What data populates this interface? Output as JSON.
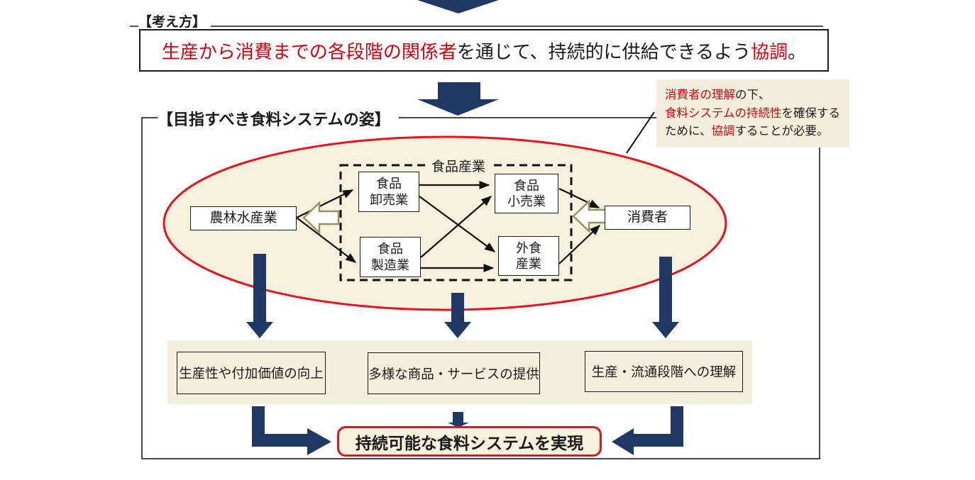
{
  "colors": {
    "navy": "#1f3864",
    "red_stroke": "#e8111c",
    "red_text": "#d7000f",
    "ellipse_fill": "#f5f1dc",
    "band_fill": "#f3efdc",
    "note_bg": "#f2eedb",
    "olive_outline": "#9b9060",
    "black": "#1a1a1a"
  },
  "icons": {
    "block_down_arrow": "solid navy downward block arrow",
    "hollow_left_arrow": "hollow olive left-pointing block arrow",
    "connector_arrow": "thin black arrow connector",
    "elbow_arrow": "navy elbow arrow converging to result"
  },
  "concept": {
    "section_label": "【考え方】",
    "segments": [
      {
        "t": "生産から消費までの各段階の関係者",
        "c": "red"
      },
      {
        "t": "を通じて、持続的に供給できるよう",
        "c": "black"
      },
      {
        "t": "協調",
        "c": "red"
      },
      {
        "t": "。",
        "c": "black"
      }
    ]
  },
  "note": {
    "lines": [
      [
        {
          "t": "消費者の理解",
          "c": "red"
        },
        {
          "t": "の下、",
          "c": "black"
        }
      ],
      [
        {
          "t": "食料システムの持続性",
          "c": "red"
        },
        {
          "t": "を確保する",
          "c": "black"
        }
      ],
      [
        {
          "t": "ために、",
          "c": "black"
        },
        {
          "t": "協調",
          "c": "red"
        },
        {
          "t": "することが必要。",
          "c": "black"
        }
      ]
    ]
  },
  "system": {
    "section_label": "【目指すべき食料システムの姿】",
    "industry_group_label": "食品産業",
    "nodes": {
      "agriculture": "農林水産業",
      "wholesale": {
        "line1": "食品",
        "line2": "卸売業"
      },
      "retail": {
        "line1": "食品",
        "line2": "小売業"
      },
      "manufacturing": {
        "line1": "食品",
        "line2": "製造業"
      },
      "restaurant": {
        "line1": "外食",
        "line2": "産業"
      },
      "consumer": "消費者"
    }
  },
  "benefits": [
    {
      "label": "生産性や付加価値の向上"
    },
    {
      "label": "多様な商品・サービスの提供"
    },
    {
      "label": "生産・流通段階への理解"
    }
  ],
  "result": {
    "label": "持続可能な食料システムを実現"
  }
}
